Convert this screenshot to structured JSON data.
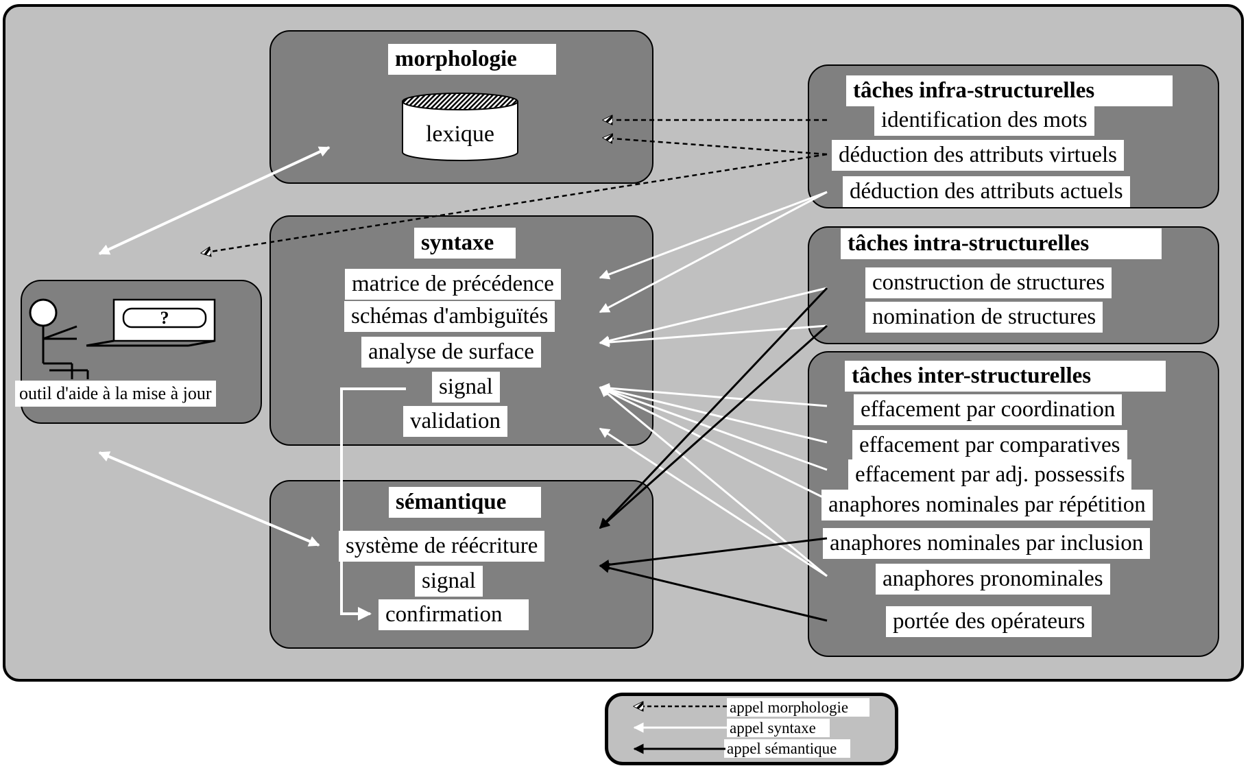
{
  "morphologie": {
    "title": "morphologie",
    "lexique": "lexique"
  },
  "syntaxe": {
    "title": "syntaxe",
    "items": [
      "matrice de précédence",
      "schémas d'ambiguïtés",
      "analyse de surface",
      "signal",
      "validation"
    ]
  },
  "semantique": {
    "title": "sémantique",
    "items": [
      "système de réécriture",
      "signal",
      "confirmation"
    ]
  },
  "outil": {
    "label": "outil d'aide à la mise à jour",
    "screen_text": "?"
  },
  "infra": {
    "title": "tâches infra-structurelles",
    "items": [
      "identification des mots",
      "déduction des attributs virtuels",
      "déduction des attributs actuels"
    ]
  },
  "intra": {
    "title": "tâches intra-structurelles",
    "items": [
      "construction de structures",
      "nomination de structures"
    ]
  },
  "inter": {
    "title": "tâches inter-structurelles",
    "items": [
      "effacement par coordination",
      "effacement par comparatives",
      "effacement par adj. possessifs",
      "anaphores nominales par répétition",
      "anaphores nominales par inclusion",
      "anaphores pronominales",
      "portée des opérateurs"
    ]
  },
  "legend": {
    "morphologie": "appel morphologie",
    "syntaxe": "appel syntaxe",
    "semantique": "appel sémantique"
  },
  "colors": {
    "outer_bg": "#c0c0c0",
    "box_bg": "#808080",
    "label_bg": "#ffffff",
    "semantic_arrow": "#000000",
    "syntax_arrow": "#ffffff"
  }
}
